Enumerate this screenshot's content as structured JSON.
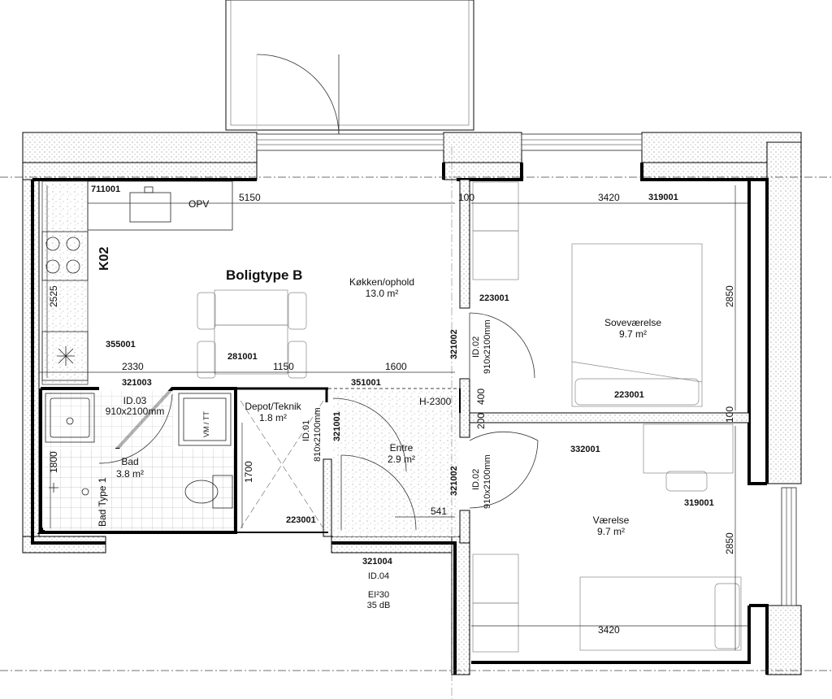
{
  "plan": {
    "unit_code": "K02",
    "title": "Boligtype B",
    "rooms": [
      {
        "id": "kokken",
        "name": "Køkken/ophold",
        "area": "13.0 m²"
      },
      {
        "id": "sovevaerelse",
        "name": "Soveværelse",
        "area": "9.7 m²"
      },
      {
        "id": "vaerelse",
        "name": "Værelse",
        "area": "9.7 m²"
      },
      {
        "id": "depot",
        "name": "Depot/Teknik",
        "area": "1.8 m²"
      },
      {
        "id": "entre",
        "name": "Entre",
        "area": "2.9 m²"
      },
      {
        "id": "bad",
        "name": "Bad",
        "area": "3.8 m²"
      }
    ],
    "labels": {
      "opv": "OPV",
      "vm_tt": "VM / TT",
      "bad_type": "Bad Type 1",
      "h2300": "H-2300",
      "el30": "EI²30",
      "db35": "35 dB",
      "id01": "ID.01",
      "id01_size": "810x2100mm",
      "id02a": "ID.02",
      "id02a_size": "910x2100mm",
      "id02b": "ID.02",
      "id02b_size": "910x2100mm",
      "id03": "ID.03",
      "id03_size": "910x2100mm",
      "id04": "ID.04"
    },
    "codes": {
      "c711001": "711001",
      "c319001a": "319001",
      "c319001b": "319001",
      "c223001a": "223001",
      "c223001b": "223001",
      "c223001c": "223001",
      "c355001": "355001",
      "c281001": "281001",
      "c321003": "321003",
      "c351001": "351001",
      "c321002a": "321002",
      "c321002b": "321002",
      "c321001": "321001",
      "c332001": "332001",
      "c321004": "321004"
    },
    "dimensions": {
      "d5150": "5150",
      "d100a": "100",
      "d3420a": "3420",
      "d2525": "2525",
      "d2850a": "2850",
      "d2330": "2330",
      "d1150": "1150",
      "d1600": "1600",
      "d400": "400",
      "d200": "200",
      "d100b": "100",
      "d1800": "1800",
      "d1700": "1700",
      "d541": "541",
      "d2850b": "2850",
      "d3420b": "3420"
    }
  }
}
